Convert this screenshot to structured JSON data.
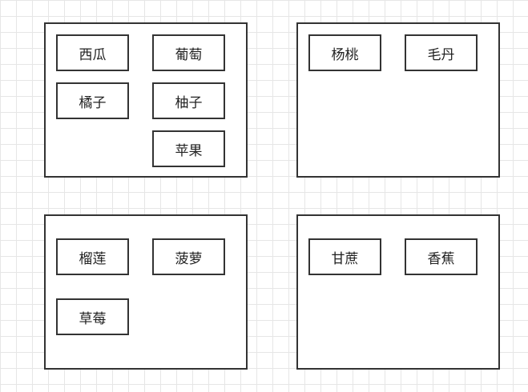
{
  "groups": [
    {
      "items": [
        "西瓜",
        "葡萄",
        "橘子",
        "柚子",
        "苹果"
      ]
    },
    {
      "items": [
        "杨桃",
        "毛丹"
      ]
    },
    {
      "items": [
        "榴莲",
        "菠萝",
        "草莓"
      ]
    },
    {
      "items": [
        "甘蔗",
        "香蕉"
      ]
    }
  ]
}
